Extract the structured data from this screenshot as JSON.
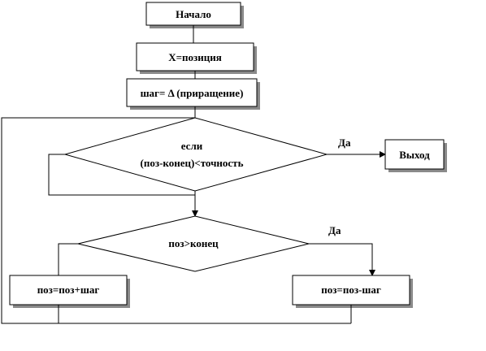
{
  "flowchart": {
    "start_label": "Начало",
    "init_position_label": "X=позиция",
    "step_label": "шаг= Δ (приращение)",
    "decision_precision_line1": "если",
    "decision_precision_line2": "(поз-конец)<точность",
    "yes_label_1": "Да",
    "exit_label": "Выход",
    "decision_compare_label": "поз>конец",
    "yes_label_2": "Да",
    "add_step_label": "поз=поз+шаг",
    "sub_step_label": "поз=поз-шаг"
  }
}
